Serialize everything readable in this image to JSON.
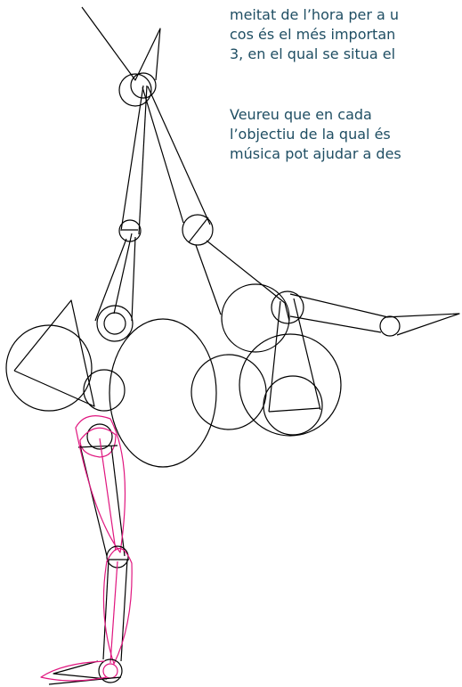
{
  "text": {
    "paragraph_1": [
      "meitat de l’hora per a u",
      "cos és el més importan",
      "3, en el qual se situa el"
    ],
    "paragraph_2": [
      "Veureu  que  en  cada",
      "l’objectiu  de  la  qual  és",
      "música pot ajudar a des"
    ]
  },
  "colors": {
    "text": "#1f4e63",
    "stroke": "#000000",
    "highlight": "#e0167f"
  },
  "figure": {
    "description_name": "dancer-skeleton-drawing"
  }
}
